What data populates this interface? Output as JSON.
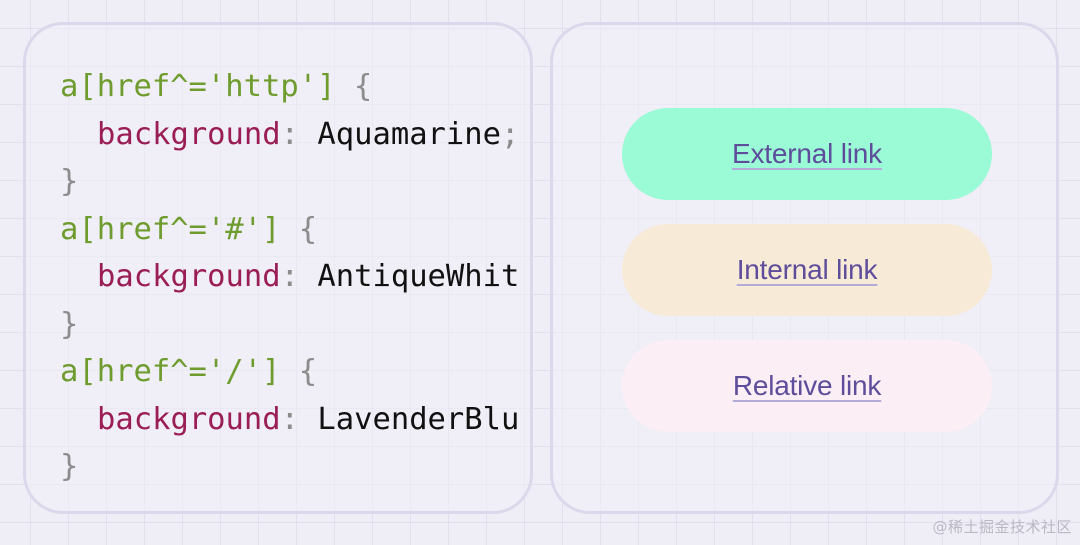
{
  "code_panel": {
    "lines": [
      [
        {
          "type": "sel",
          "text": "a[href^='http']"
        },
        {
          "type": "brace",
          "text": " {"
        }
      ],
      [
        {
          "type": "indent",
          "text": ""
        },
        {
          "type": "prop",
          "text": "background"
        },
        {
          "type": "colon",
          "text": ": "
        },
        {
          "type": "val",
          "text": "Aquamarine"
        },
        {
          "type": "semi",
          "text": ";"
        }
      ],
      [
        {
          "type": "brace",
          "text": "}"
        }
      ],
      [
        {
          "type": "sel",
          "text": "a[href^='#']"
        },
        {
          "type": "brace",
          "text": " {"
        }
      ],
      [
        {
          "type": "indent",
          "text": ""
        },
        {
          "type": "prop",
          "text": "background"
        },
        {
          "type": "colon",
          "text": ": "
        },
        {
          "type": "val",
          "text": "AntiqueWhit"
        }
      ],
      [
        {
          "type": "brace",
          "text": "}"
        }
      ],
      [
        {
          "type": "sel",
          "text": "a[href^='/']"
        },
        {
          "type": "brace",
          "text": " {"
        }
      ],
      [
        {
          "type": "indent",
          "text": ""
        },
        {
          "type": "prop",
          "text": "background"
        },
        {
          "type": "colon",
          "text": ": "
        },
        {
          "type": "val",
          "text": "LavenderBlu"
        }
      ],
      [
        {
          "type": "brace",
          "text": "}"
        }
      ]
    ]
  },
  "links_panel": {
    "links": [
      {
        "label": "External link",
        "background": "#9afbd6"
      },
      {
        "label": "Internal link",
        "background": "#f7ead7"
      },
      {
        "label": "Relative link",
        "background": "#fbeef4"
      }
    ]
  },
  "colors": {
    "selector": "#6e9c2e",
    "property": "#9a1e55",
    "punctuation": "#8c8c8c",
    "value": "#111111",
    "link_text": "#5d4d9a",
    "panel_border": "#dad8ea"
  },
  "watermark": "@稀土掘金技术社区"
}
